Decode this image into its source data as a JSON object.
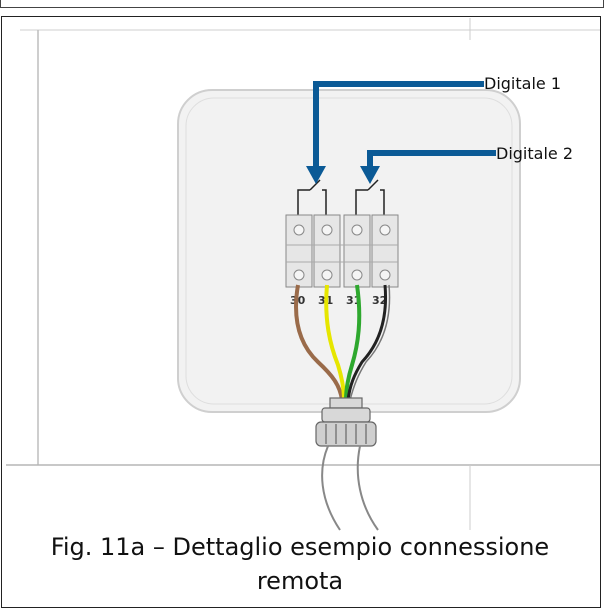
{
  "labels": {
    "digital1": "Digitale 1",
    "digital2": "Digitale 2"
  },
  "terminals": [
    "30",
    "31",
    "31",
    "32"
  ],
  "caption": {
    "line1": "Fig. 11a – Dettaglio esempio connessione",
    "line2": "remota"
  },
  "colors": {
    "arrow": "#0b5a96",
    "wire_brown": "#9a6b4a",
    "wire_yellow": "#e6e600",
    "wire_green": "#2ea82e",
    "wire_black": "#222222"
  }
}
